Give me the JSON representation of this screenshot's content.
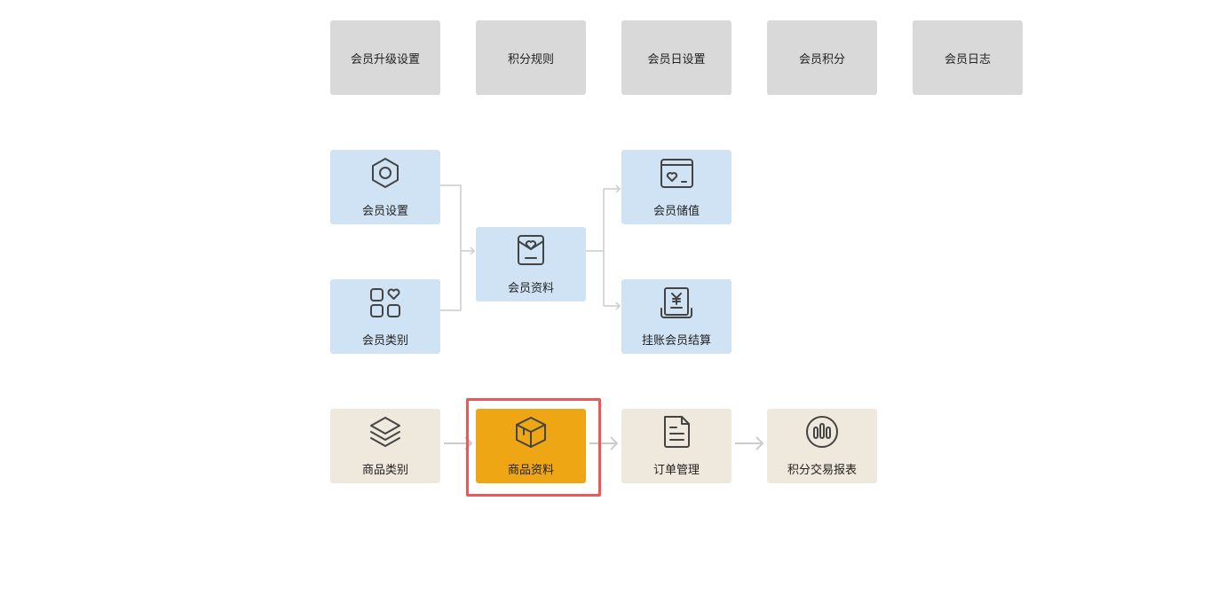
{
  "top_row": [
    "会员升级设置",
    "积分规则",
    "会员日设置",
    "会员积分",
    "会员日志"
  ],
  "member_flow": {
    "settings": "会员设置",
    "category": "会员类别",
    "profile": "会员资料",
    "stored_value": "会员储值",
    "credit_settlement": "挂账会员结算"
  },
  "goods_flow": {
    "category": "商品类别",
    "profile": "商品资料",
    "orders": "订单管理",
    "points_report": "积分交易报表"
  },
  "colors": {
    "gray": "#d9d9d9",
    "blue": "#d0e3f5",
    "beige": "#efe8dc",
    "selected": "#eea615",
    "highlight": "#f25555"
  }
}
